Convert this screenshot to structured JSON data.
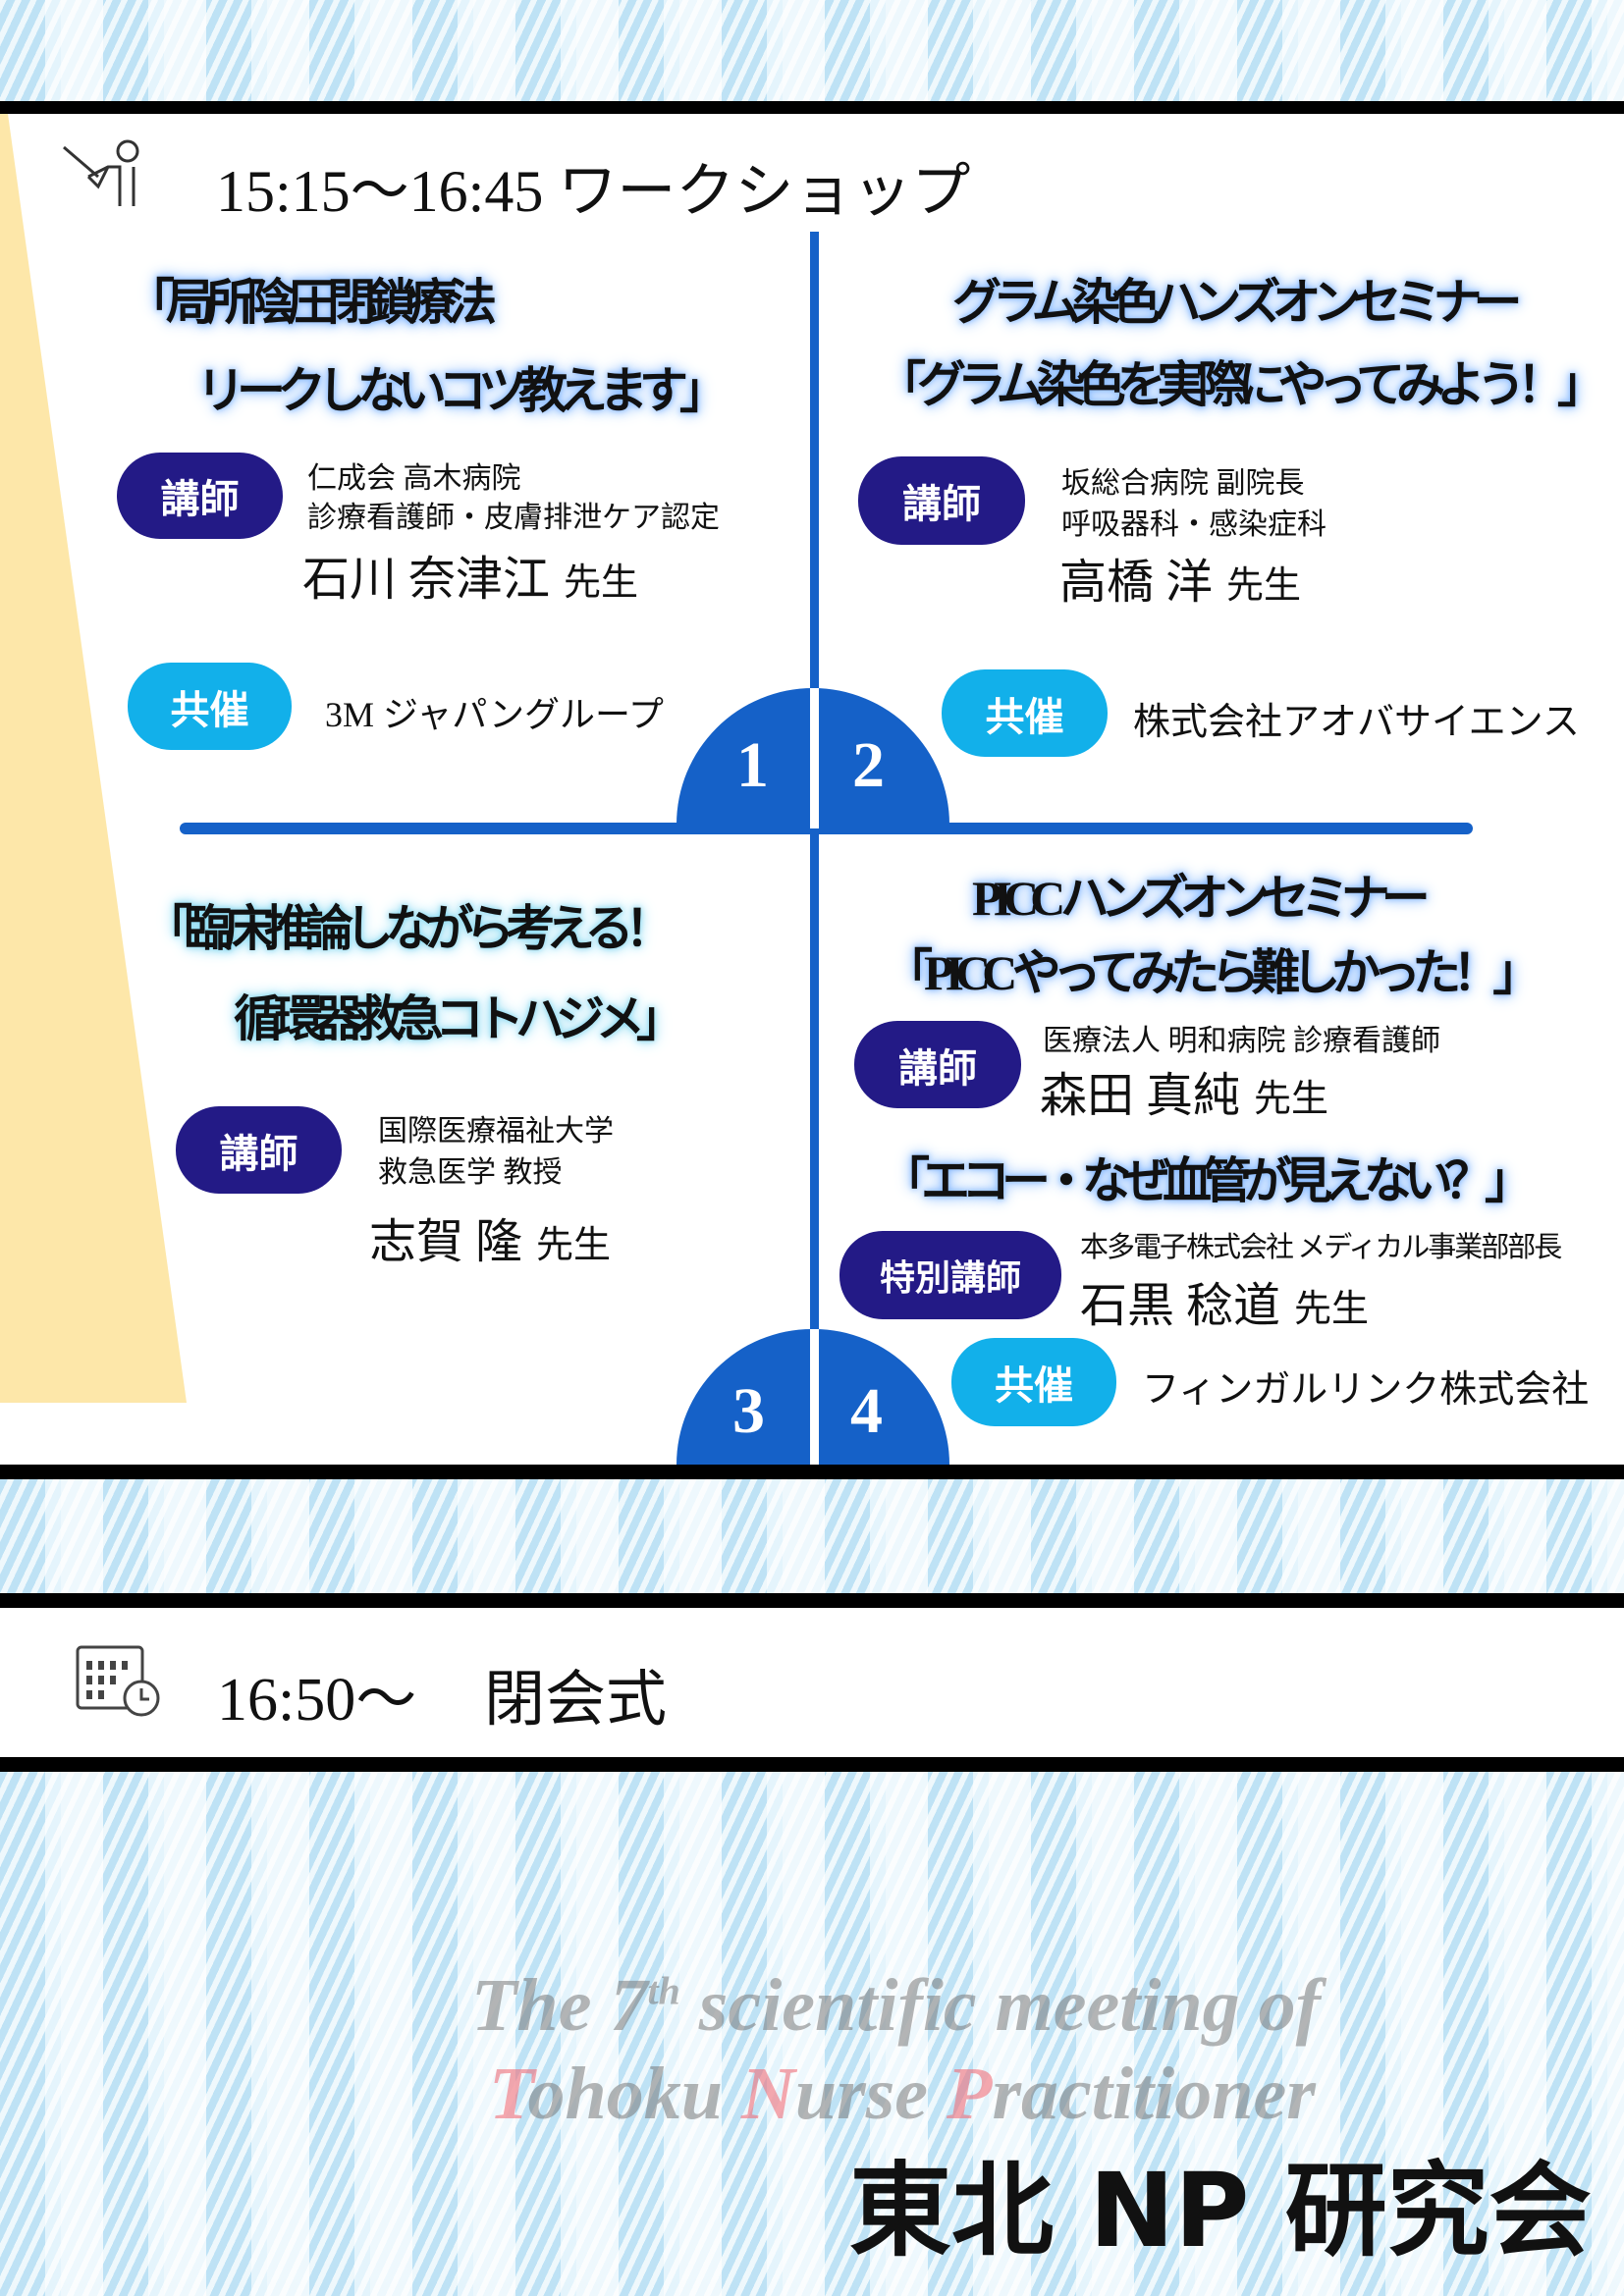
{
  "workshop": {
    "heading": "15:15～16:45 ワークショップ",
    "sessions": [
      {
        "number": "1",
        "title_lines": [
          "「局所陰圧閉鎖療法",
          "リークしないコツ教えます」"
        ],
        "lecturer_badge": "講師",
        "affiliation_lines": [
          "仁成会 高木病院",
          "診療看護師・皮膚排泄ケア認定"
        ],
        "name": "石川 奈津江",
        "honorific": "先生",
        "sponsor_badge": "共催",
        "sponsor": "3M ジャパングループ"
      },
      {
        "number": "2",
        "title_lines": [
          "グラム染色ハンズオンセミナー",
          "「グラム染色を実際にやってみよう！」"
        ],
        "lecturer_badge": "講師",
        "affiliation_lines": [
          "坂総合病院 副院長",
          "呼吸器科・感染症科"
        ],
        "name": "高橋 洋",
        "honorific": "先生",
        "sponsor_badge": "共催",
        "sponsor": "株式会社アオバサイエンス"
      },
      {
        "number": "3",
        "title_lines": [
          "「臨床推論しながら考える！",
          "循環器救急コトハジメ」"
        ],
        "lecturer_badge": "講師",
        "affiliation_lines": [
          "国際医療福祉大学",
          "救急医学 教授"
        ],
        "name": "志賀 隆",
        "honorific": "先生"
      },
      {
        "number": "4",
        "title_lines": [
          "PICC ハンズオンセミナー",
          "「PICC やってみたら難しかった！」"
        ],
        "lecturer_badge": "講師",
        "affiliation_lines": [
          "医療法人 明和病院 診療看護師"
        ],
        "name": "森田 真純",
        "honorific": "先生",
        "special_title": "「エコー・なぜ血管が見えない？」",
        "special_badge": "特別講師",
        "special_affiliation": "本多電子株式会社 メディカル事業部部長",
        "special_name": "石黒 稔道",
        "special_honorific": "先生",
        "sponsor_badge": "共催",
        "sponsor": "フィンガルリンク株式会社"
      }
    ]
  },
  "closing": {
    "time": "16:50～",
    "label": "閉会式"
  },
  "footer": {
    "english_line1_pre": "The 7",
    "english_line1_sup": "th",
    "english_line1_post": " scientific meeting of",
    "english_line2": [
      {
        "text": "T",
        "accent": true
      },
      {
        "text": "ohoku ",
        "accent": false
      },
      {
        "text": "N",
        "accent": true
      },
      {
        "text": "urse ",
        "accent": false
      },
      {
        "text": "P",
        "accent": true
      },
      {
        "text": "ractitioner",
        "accent": false
      }
    ],
    "org_name": "東北 NP 研究会"
  },
  "colors": {
    "navy": "#231a86",
    "sky": "#12b0ea",
    "blue": "#1561c8",
    "yellow": "#fde7a9"
  }
}
